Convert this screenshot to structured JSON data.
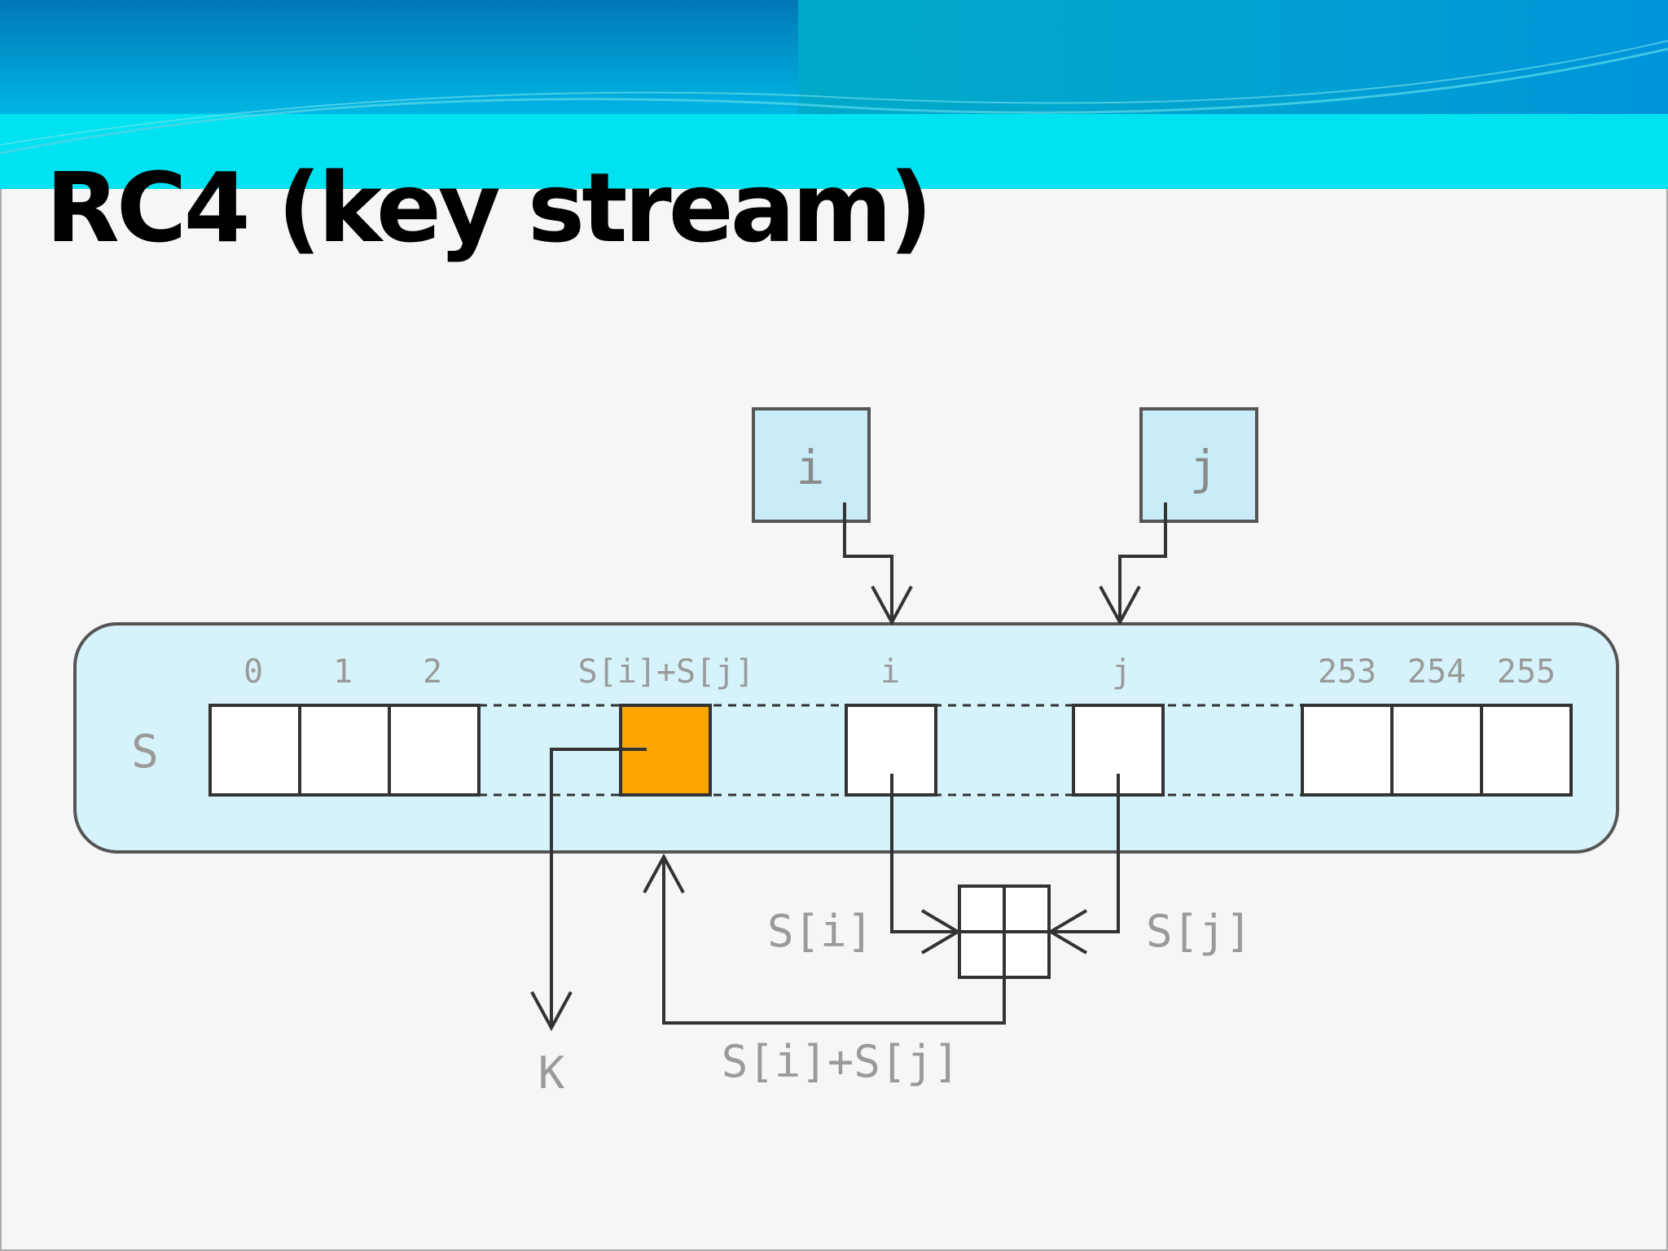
{
  "slide": {
    "title": "RC4 (key stream)"
  },
  "diagram": {
    "pointer_i": "i",
    "pointer_j": "j",
    "array_label": "S",
    "index_labels": {
      "idx_0": "0",
      "idx_1": "1",
      "idx_2": "2",
      "idx_t": "S[i]+S[j]",
      "idx_i": "i",
      "idx_j": "j",
      "idx_253": "253",
      "idx_254": "254",
      "idx_255": "255"
    },
    "swap_left_label": "S[i]",
    "swap_right_label": "S[j]",
    "sum_label": "S[i]+S[j]",
    "output_label": "K"
  },
  "colors": {
    "header_blue": "#0093d6",
    "header_cyan": "#00e4f0",
    "array_fill": "#d6f3fb",
    "pointer_fill": "#c8ecf8",
    "highlight_cell": "#ffa500"
  }
}
